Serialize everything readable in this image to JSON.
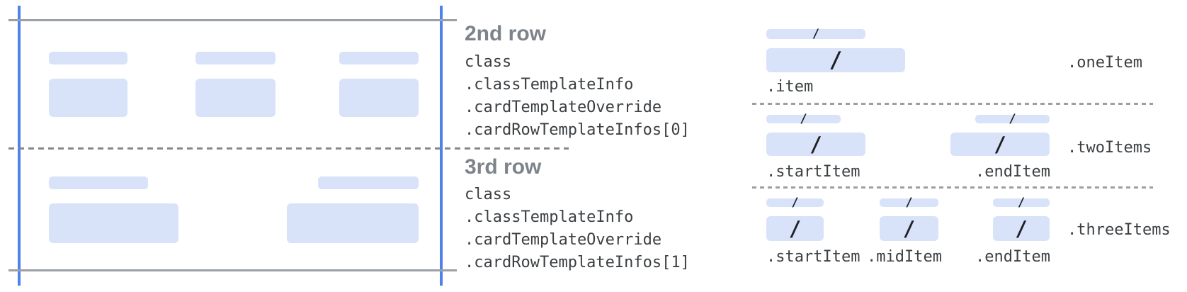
{
  "card_annotations": {
    "second_row": {
      "title": "2nd row",
      "class_path": [
        "class",
        ".classTemplateInfo",
        ".cardTemplateOverride",
        ".cardRowTemplateInfos[0]"
      ]
    },
    "third_row": {
      "title": "3rd row",
      "class_path": [
        "class",
        ".classTemplateInfo",
        ".cardTemplateOverride",
        ".cardRowTemplateInfos[1]"
      ]
    }
  },
  "row_templates": {
    "one_item": {
      "label": ".oneItem",
      "items": [
        ".item"
      ]
    },
    "two_items": {
      "label": ".twoItems",
      "items": [
        ".startItem",
        ".endItem"
      ]
    },
    "three_items": {
      "label": ".threeItems",
      "items": [
        ".startItem",
        ".midItem",
        ".endItem"
      ]
    }
  },
  "placeholder_slash": "/",
  "colors": {
    "accent_blue": "#4e82e9",
    "bar_fill": "#d8e3f9",
    "line_gray": "#9aa0a6",
    "dash_gray": "#84888c",
    "heading_gray": "#7d838a",
    "code_text": "#3c4043",
    "slash_color": "#202124"
  }
}
